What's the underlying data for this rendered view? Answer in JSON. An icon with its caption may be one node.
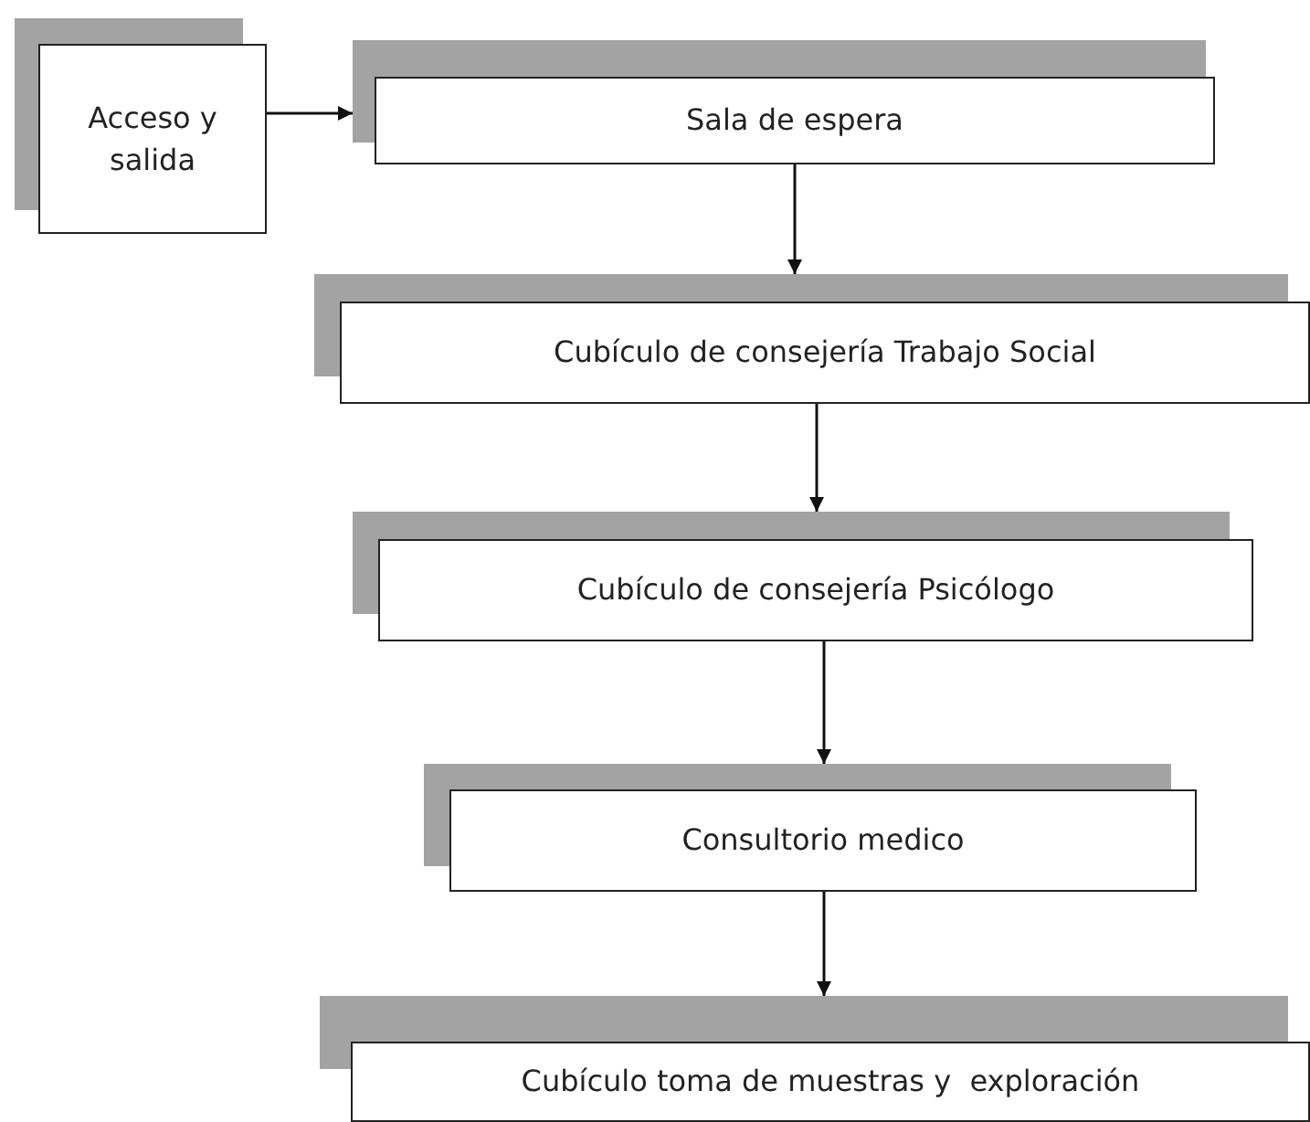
{
  "diagram": {
    "nodes": [
      {
        "text": [
          "Acceso y salida"
        ]
      },
      {
        "text": [
          "Sala de espera"
        ]
      },
      {
        "text": [
          "Cubículo de consejería Trabajo Social"
        ]
      },
      {
        "text": [
          "Cubículo de consejería Psicólogo"
        ]
      },
      {
        "text": [
          "Consultorio medico"
        ]
      },
      {
        "text": [
          "Cubículo toma de muestras y  exploración"
        ]
      }
    ],
    "edges": [
      {
        "from": 0,
        "to": 1,
        "arrow": "to"
      },
      {
        "from": 1,
        "to": 2,
        "arrow": "to"
      },
      {
        "from": 2,
        "to": 3,
        "arrow": "to"
      },
      {
        "from": 3,
        "to": 4,
        "arrow": "to"
      },
      {
        "from": 4,
        "to": 5,
        "arrow": "to"
      }
    ]
  }
}
